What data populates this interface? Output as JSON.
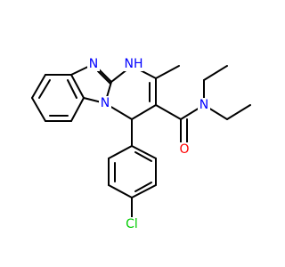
{
  "atom_labels": {
    "n_imidazole_top": "N",
    "nh": "NH",
    "n_ring_junction": "N",
    "n_amide": "N",
    "o_carbonyl": "O",
    "cl": "Cl"
  },
  "colors": {
    "bond": "#000000",
    "nitrogen": "#0000ff",
    "oxygen": "#ff0000",
    "chlorine": "#00cc00",
    "background": "#ffffff"
  }
}
